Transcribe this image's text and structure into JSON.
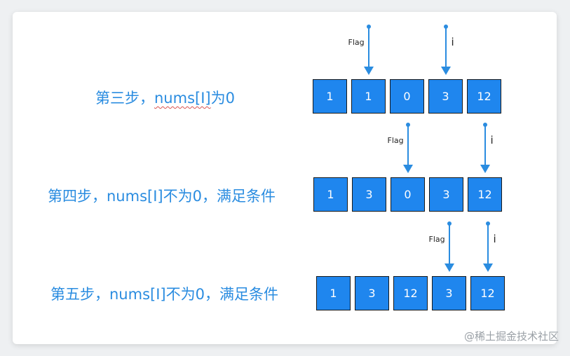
{
  "steps": [
    {
      "label_prefix": "第三步，",
      "label_code": "nums[I]",
      "label_suffix": "为0",
      "cells": [
        "1",
        "1",
        "0",
        "3",
        "12"
      ],
      "flag_label": "Flag",
      "flag_index": 1,
      "i_label": "i",
      "i_index": 3
    },
    {
      "label_prefix": "第四步，",
      "label_code": "nums[I]",
      "label_suffix": "不为0，满足条件",
      "cells": [
        "1",
        "3",
        "0",
        "3",
        "12"
      ],
      "flag_label": "Flag",
      "flag_index": 2,
      "i_label": "i",
      "i_index": 4
    },
    {
      "label_prefix": "第五步，",
      "label_code": "nums[I]",
      "label_suffix": "不为0，满足条件",
      "cells": [
        "1",
        "3",
        "12",
        "3",
        "12"
      ],
      "flag_label": "Flag",
      "flag_index": 3,
      "i_label": "i",
      "i_index": 4
    }
  ],
  "colors": {
    "cell_fill": "#1f86ee",
    "accent": "#2a8ce0"
  },
  "watermark": "@稀土掘金技术社区"
}
